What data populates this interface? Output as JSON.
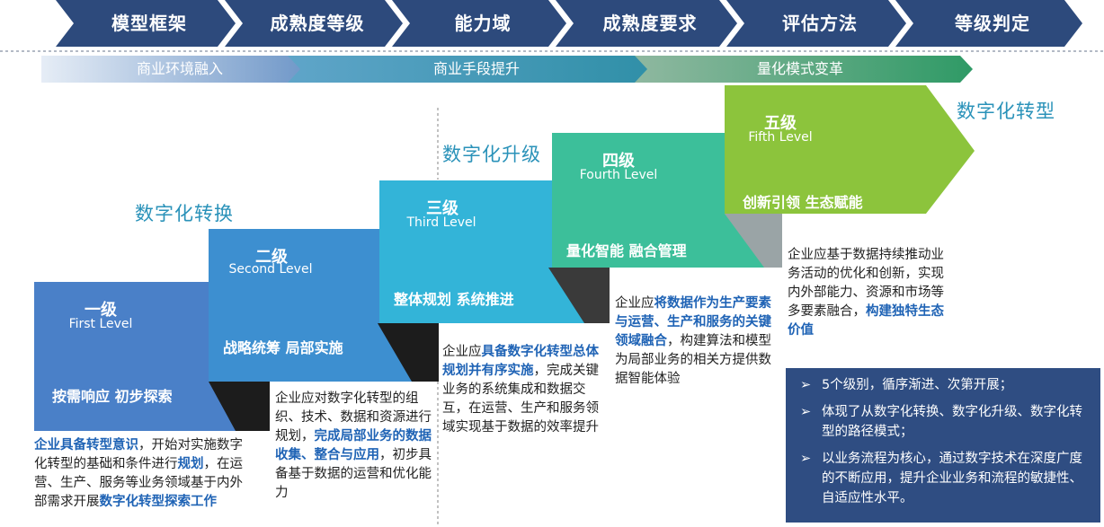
{
  "header": {
    "steps": [
      "模型框架",
      "成熟度等级",
      "能力域",
      "成熟度要求",
      "评估方法",
      "等级判定"
    ],
    "bands": [
      "商业环境融入",
      "商业手段提升",
      "量化模式变革"
    ]
  },
  "phases": {
    "transform": "数字化转换",
    "upgrade": "数字化升级",
    "transition": "数字化转型"
  },
  "levels": [
    {
      "title": "一级",
      "subtitle": "First Level",
      "keywords": "按需响应  初步探索",
      "color": "#4a80c8"
    },
    {
      "title": "二级",
      "subtitle": "Second Level",
      "keywords": "战略统筹  局部实施",
      "color": "#3d8fd0"
    },
    {
      "title": "三级",
      "subtitle": "Third Level",
      "keywords": "整体规划  系统推进",
      "color": "#33b4d8"
    },
    {
      "title": "四级",
      "subtitle": "Fourth Level",
      "keywords": "量化智能  融合管理",
      "color": "#3cbf9a"
    },
    {
      "title": "五级",
      "subtitle": "Fifth Level",
      "keywords": "创新引领  生态赋能",
      "color": "#8cc43c"
    }
  ],
  "descriptions": {
    "level1": {
      "b1": "企业具备转型意识",
      "t1": "，开始对实施数字化转型的基础和条件进行",
      "b2": "规划",
      "t2": "，在运营、生产、服务等业务领域基于内外部需求开展",
      "b3": "数字化转型探索工作"
    },
    "level2": {
      "t1": "企业应对数字化转型的组织、技术、数据和资源进行规划，",
      "b1": "完成局部业务的数据收集、整合与应用",
      "t2": "，初步具备基于数据的运营和优化能力"
    },
    "level3": {
      "t1": "企业应",
      "b1": "具备数字化转型总体规划并有序实施",
      "t2": "，完成关键业务的系统集成和数据交互，在运营、生产和服务领域实现基于数据的效率提升"
    },
    "level4": {
      "t1": "企业应",
      "b1": "将数据作为生产要素与运营、生产和服务的关键领域融合",
      "t2": "，构建算法和模型为局部业务的相关方提供数据智能体验"
    },
    "level5": {
      "t1": "企业应基于数据持续推动业务活动的优化和创新，实现内外部能力、资源和市场等多要素融合，",
      "b1": "构建独特生态价值"
    }
  },
  "summary": {
    "bullet_symbol": "➢",
    "items": [
      "5个级别，循序渐进、次第开展；",
      "体现了从数字化转换、数字化升级、数字化转型的路径模式；",
      "以业务流程为核心，通过数字技术在深度广度的不断应用，提升企业业务和流程的敏捷性、自适应性水平。"
    ]
  },
  "colors": {
    "chevron": "#2d4a7c",
    "phase_text": "#2a92b9",
    "highlight": "#1f63b5",
    "summary_bg": "#2f4d82"
  }
}
